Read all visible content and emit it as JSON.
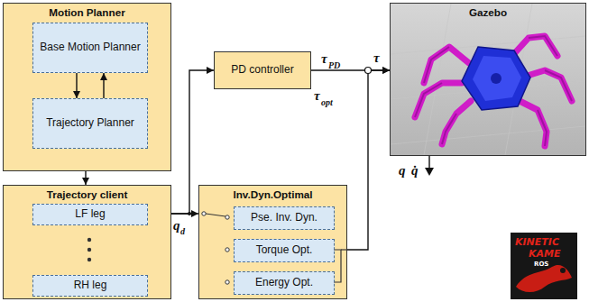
{
  "diagram": {
    "nodes": [
      {
        "text": [
          "Motion Planner"
        ]
      },
      {
        "text": [
          "Base Motion Planner"
        ],
        "in": 0
      },
      {
        "text": [
          "Trajectory Planner"
        ],
        "in": 0
      },
      {
        "text": [
          "Trajectory client"
        ]
      },
      {
        "text": [
          "LF leg"
        ],
        "in": 3
      },
      {
        "text": [
          "RH leg"
        ],
        "in": 3
      },
      {
        "text": [
          "PD controller"
        ]
      },
      {
        "text": [
          "Inv.Dyn.Optimal"
        ]
      },
      {
        "text": [
          "Pse. Inv. Dyn."
        ],
        "in": 7
      },
      {
        "text": [
          "Torque Opt."
        ],
        "in": 7
      },
      {
        "text": [
          "Energy Opt."
        ],
        "in": 7
      },
      {
        "text": [
          "Gazebo"
        ]
      }
    ],
    "edges": [
      {
        "from": 1,
        "to": 2,
        "arrow": "to"
      },
      {
        "from": 2,
        "to": 1,
        "arrow": "to"
      },
      {
        "from": 0,
        "to": 3,
        "arrow": "to"
      },
      {
        "from": 3,
        "to": 6,
        "arrow": "to"
      },
      {
        "from": 3,
        "to": 7,
        "arrow": "to"
      },
      {
        "from": 6,
        "to": 11,
        "arrow": "to"
      },
      {
        "from": 7,
        "to": 11,
        "arrow": "to"
      }
    ],
    "labels": [
      "τ",
      "PD",
      "τ",
      "opt",
      "τ",
      "q",
      "q̇",
      "q",
      "d",
      "KINETIC",
      "KAME",
      "ROS"
    ]
  }
}
